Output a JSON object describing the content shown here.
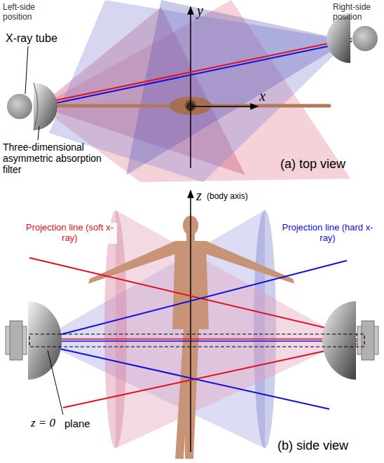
{
  "diagram": {
    "labels": [
      "Left-side position",
      "Right-side position",
      "X-ray tube",
      "Three-dimensional asymmetric absorption filter",
      "y",
      "x",
      "(a) top view",
      "z",
      "(body axis)",
      "Projection line (soft x-ray)",
      "Projection line (hard x-ray)",
      "z = 0",
      "plane",
      "(b) side view"
    ]
  }
}
